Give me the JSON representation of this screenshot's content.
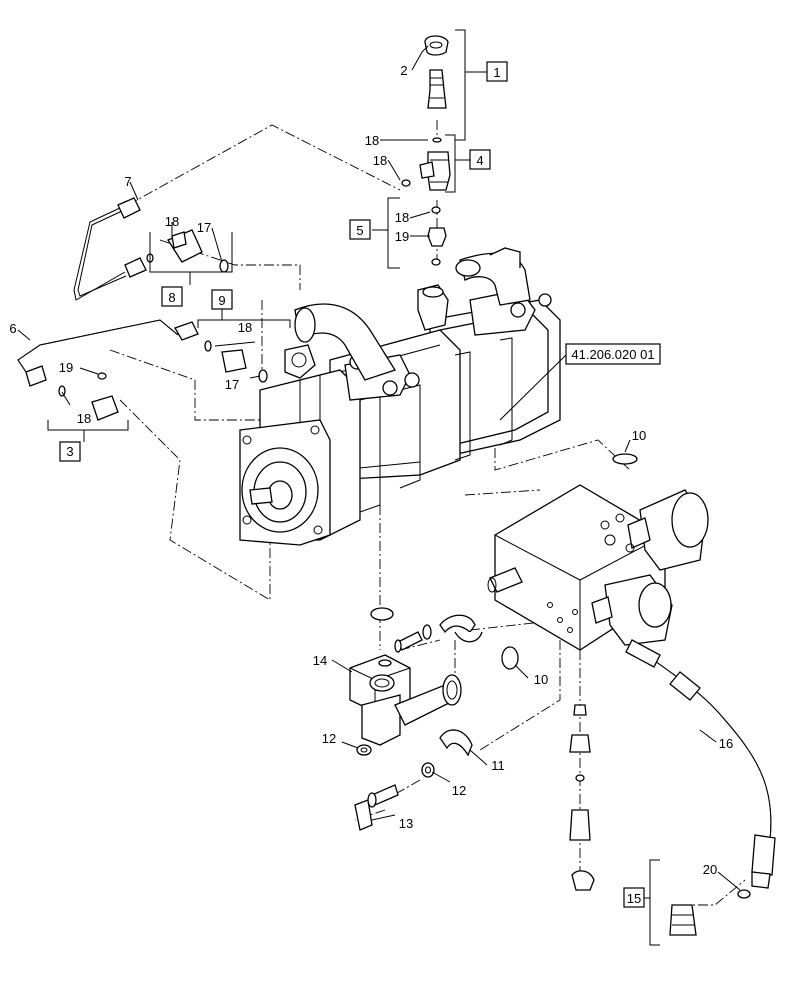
{
  "diagram": {
    "callouts": {
      "c1": "1",
      "c2": "2",
      "c3": "3",
      "c4": "4",
      "c5": "5",
      "c6": "6",
      "c7": "7",
      "c8": "8",
      "c9": "9",
      "c10a": "10",
      "c10b": "10",
      "c11": "11",
      "c12a": "12",
      "c12b": "12",
      "c13": "13",
      "c14": "14",
      "c15": "15",
      "c16": "16",
      "c17a": "17",
      "c17b": "17",
      "c18a": "18",
      "c18b": "18",
      "c18c": "18",
      "c18d": "18",
      "c18e": "18",
      "c18f": "18",
      "c19a": "19",
      "c19b": "19",
      "c20": "20"
    },
    "reference": "41.206.020 01"
  }
}
